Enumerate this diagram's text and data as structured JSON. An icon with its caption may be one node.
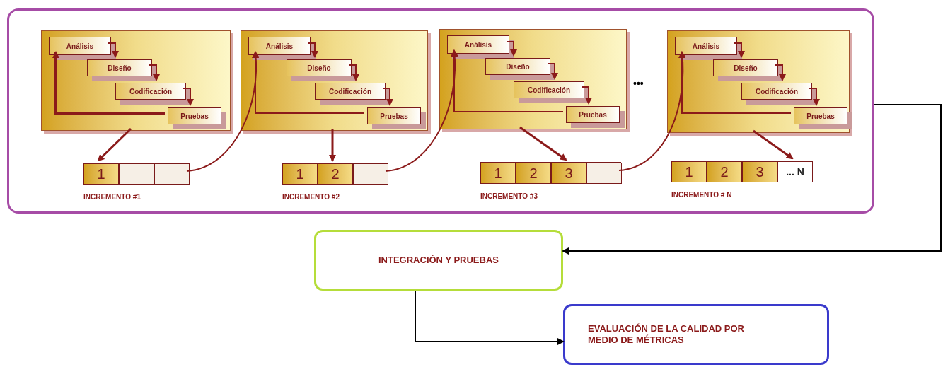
{
  "diagram": {
    "nodes": [
      {
        "text": [],
        "shape": "box"
      },
      {
        "text": [],
        "shape": "box",
        "in": 0
      },
      {
        "text": [
          "Análisis"
        ],
        "in": 1
      },
      {
        "text": [
          "Diseño"
        ],
        "in": 1
      },
      {
        "text": [
          "Codificación"
        ],
        "in": 1
      },
      {
        "text": [
          "Pruebas"
        ],
        "in": 1
      },
      {
        "text": [],
        "shape": "bar",
        "in": 0,
        "beside": [
          "INCREMENTO #1"
        ]
      },
      {
        "text": [
          "1"
        ],
        "in": 6
      },
      {
        "text": [],
        "shape": "box",
        "in": 6
      },
      {
        "text": [],
        "shape": "box",
        "in": 6
      },
      {
        "text": [],
        "shape": "box",
        "in": 0
      },
      {
        "text": [
          "Análisis"
        ],
        "in": 10
      },
      {
        "text": [
          "Diseño"
        ],
        "in": 10
      },
      {
        "text": [
          "Codificación"
        ],
        "in": 10
      },
      {
        "text": [
          "Pruebas"
        ],
        "in": 10
      },
      {
        "text": [],
        "shape": "bar",
        "in": 0,
        "beside": [
          "INCREMENTO #2"
        ]
      },
      {
        "text": [
          "1"
        ],
        "in": 15
      },
      {
        "text": [
          "2"
        ],
        "in": 15
      },
      {
        "text": [],
        "shape": "box",
        "in": 15
      },
      {
        "text": [],
        "shape": "box",
        "in": 0
      },
      {
        "text": [
          "Análisis"
        ],
        "in": 19
      },
      {
        "text": [
          "Diseño"
        ],
        "in": 19
      },
      {
        "text": [
          "Codificación"
        ],
        "in": 19
      },
      {
        "text": [
          "Pruebas"
        ],
        "in": 19
      },
      {
        "text": [],
        "shape": "bar",
        "in": 0,
        "beside": [
          "INCREMENTO #3"
        ]
      },
      {
        "text": [
          "1"
        ],
        "in": 24
      },
      {
        "text": [
          "2"
        ],
        "in": 24
      },
      {
        "text": [
          "3"
        ],
        "in": 24
      },
      {
        "text": [],
        "shape": "box",
        "in": 24
      },
      {
        "text": [],
        "shape": "box",
        "in": 0
      },
      {
        "text": [
          "Análisis"
        ],
        "in": 29
      },
      {
        "text": [
          "Diseño"
        ],
        "in": 29
      },
      {
        "text": [
          "Codificación"
        ],
        "in": 29
      },
      {
        "text": [
          "Pruebas"
        ],
        "in": 29
      },
      {
        "text": [],
        "shape": "bar",
        "in": 0,
        "beside": [
          "INCREMENTO # N"
        ]
      },
      {
        "text": [
          "1"
        ],
        "in": 34
      },
      {
        "text": [
          "2"
        ],
        "in": 34
      },
      {
        "text": [
          "3"
        ],
        "in": 34
      },
      {
        "text": [
          "... N"
        ],
        "in": 34
      },
      {
        "text": [
          "INTEGRACIÓN Y PRUEBAS"
        ]
      },
      {
        "text": [
          "EVALUACIÓN DE LA CALIDAD POR MEDIO DE MÉTRICAS"
        ]
      }
    ],
    "edges": [
      {
        "from": 2,
        "to": 3,
        "arrow": "to"
      },
      {
        "from": 3,
        "to": 4,
        "arrow": "to"
      },
      {
        "from": 4,
        "to": 5,
        "arrow": "to"
      },
      {
        "from": 5,
        "to": 2,
        "arrow": "to",
        "style": "thick"
      },
      {
        "from": 1,
        "to": 7,
        "arrow": "to"
      },
      {
        "from": 9,
        "to": 11,
        "arrow": "to"
      },
      {
        "from": 11,
        "to": 12,
        "arrow": "to"
      },
      {
        "from": 12,
        "to": 13,
        "arrow": "to"
      },
      {
        "from": 13,
        "to": 14,
        "arrow": "to"
      },
      {
        "from": 14,
        "to": 11,
        "arrow": "to"
      },
      {
        "from": 10,
        "to": 17,
        "arrow": "to"
      },
      {
        "from": 18,
        "to": 20,
        "arrow": "to"
      },
      {
        "from": 20,
        "to": 21,
        "arrow": "to"
      },
      {
        "from": 21,
        "to": 22,
        "arrow": "to"
      },
      {
        "from": 22,
        "to": 23,
        "arrow": "to"
      },
      {
        "from": 23,
        "to": 20,
        "arrow": "to"
      },
      {
        "from": 19,
        "to": 27,
        "arrow": "to"
      },
      {
        "from": 28,
        "to": 30,
        "arrow": "to"
      },
      {
        "from": 30,
        "to": 31,
        "arrow": "to"
      },
      {
        "from": 31,
        "to": 32,
        "arrow": "to"
      },
      {
        "from": 32,
        "to": 33,
        "arrow": "to"
      },
      {
        "from": 33,
        "to": 30,
        "arrow": "to"
      },
      {
        "from": 29,
        "to": 38,
        "arrow": "to"
      },
      {
        "from": 0,
        "to": 39,
        "arrow": "to",
        "color": "#000000"
      },
      {
        "from": 39,
        "to": 40,
        "arrow": "to",
        "color": "#000000"
      }
    ],
    "labels": [
      "•••"
    ]
  }
}
